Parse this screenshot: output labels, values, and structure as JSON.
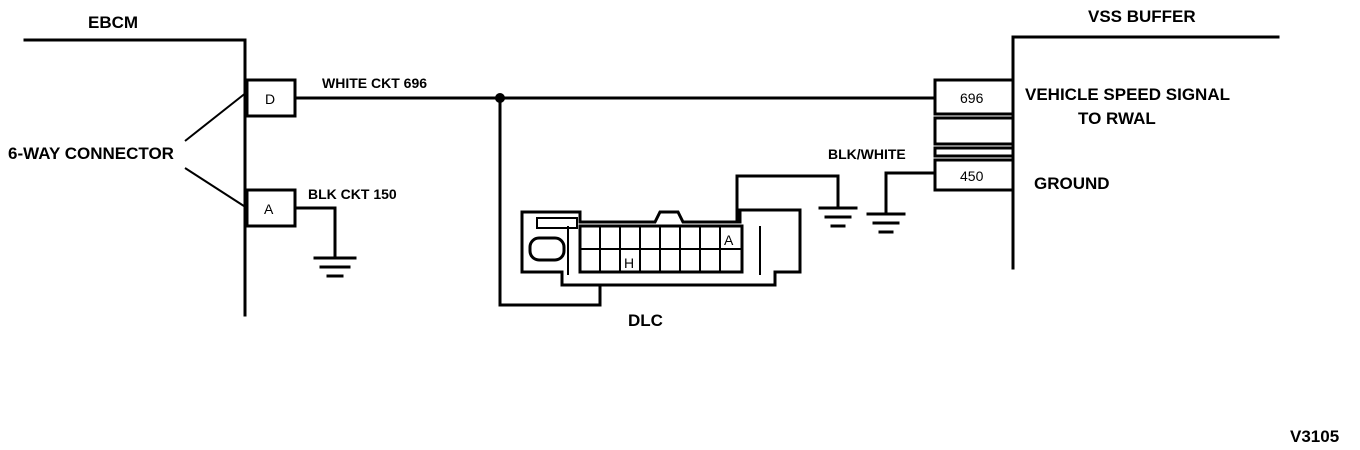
{
  "labels": {
    "ebcm": "EBCM",
    "vss_buffer": "VSS BUFFER",
    "connector": "6-WAY CONNECTOR",
    "white_ckt": "WHITE CKT 696",
    "blk_ckt": "BLK CKT 150",
    "vss_signal_line1": "VEHICLE SPEED SIGNAL",
    "vss_signal_line2": "TO RWAL",
    "blk_white": "BLK/WHITE",
    "ground": "GROUND",
    "dlc": "DLC",
    "figure_id": "V3105"
  },
  "pins": {
    "ebcm_d": "D",
    "ebcm_a": "A",
    "vss_696": "696",
    "vss_450": "450",
    "dlc_h": "H",
    "dlc_a": "A"
  }
}
